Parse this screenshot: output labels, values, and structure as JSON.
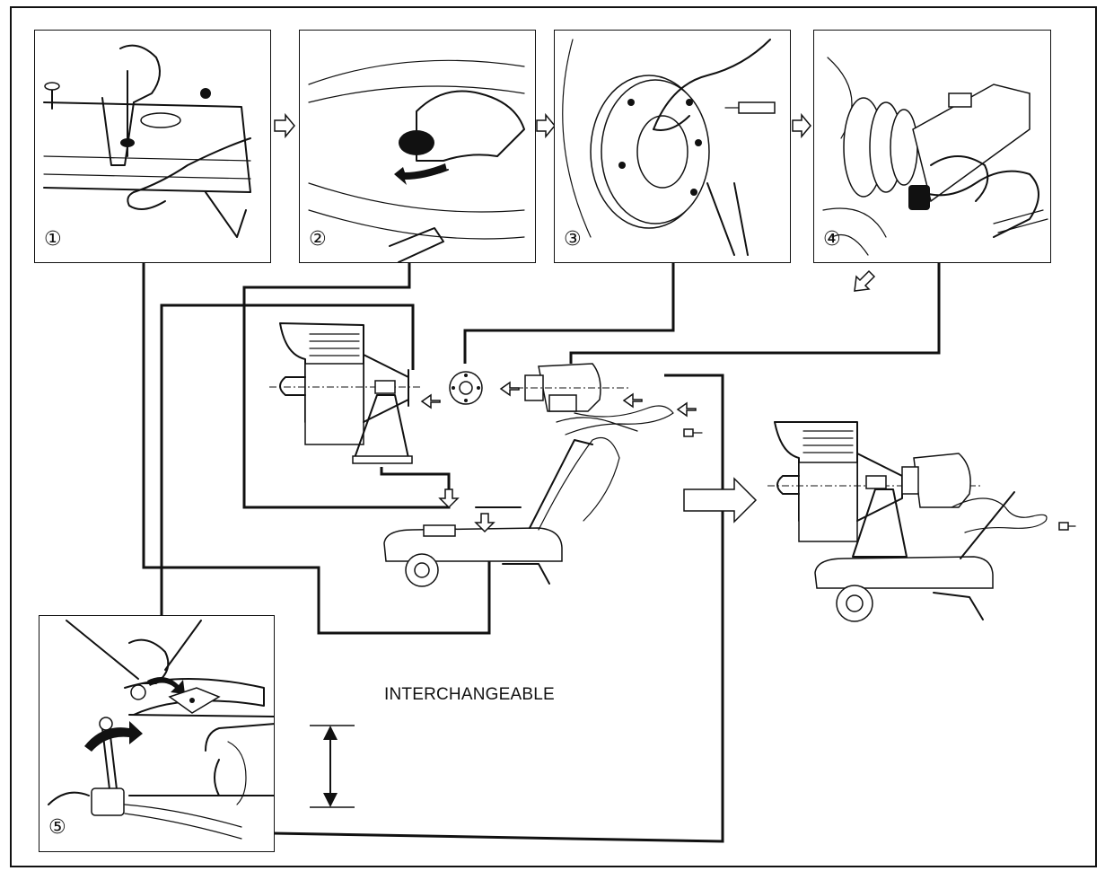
{
  "diagram": {
    "center_label": "INTERCHANGEABLE",
    "steps": [
      {
        "id": 1,
        "number": "①"
      },
      {
        "id": 2,
        "number": "②"
      },
      {
        "id": 3,
        "number": "③"
      },
      {
        "id": 4,
        "number": "④"
      },
      {
        "id": 5,
        "number": "⑤"
      }
    ]
  }
}
